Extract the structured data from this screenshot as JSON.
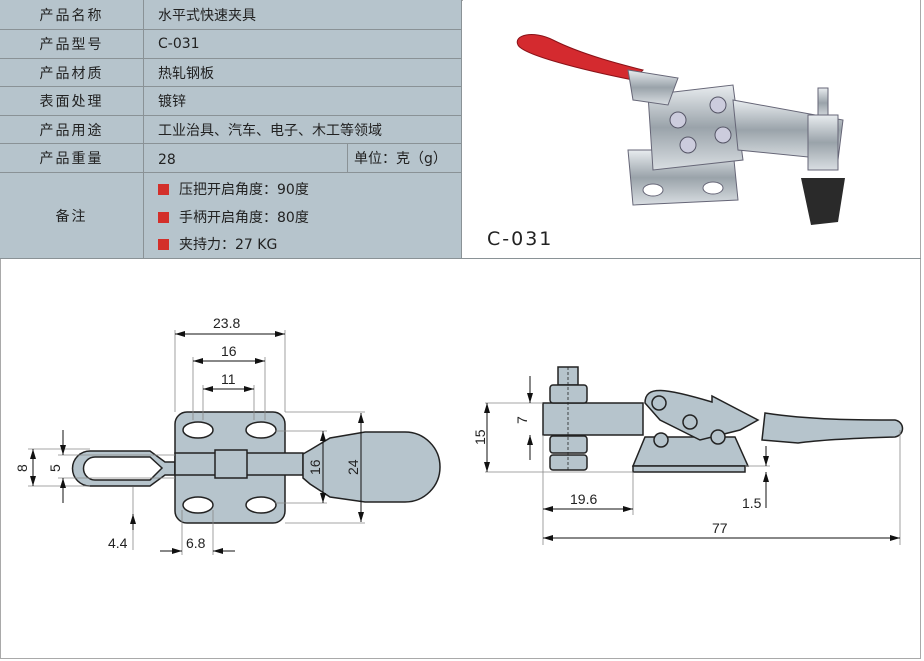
{
  "spec": {
    "rows": [
      {
        "label": "产品名称",
        "value": "水平式快速夹具"
      },
      {
        "label": "产品型号",
        "value": "C-031"
      },
      {
        "label": "产品材质",
        "value": "热轧钢板"
      },
      {
        "label": "表面处理",
        "value": "镀锌"
      },
      {
        "label": "产品用途",
        "value": "工业治具、汽车、电子、木工等领域"
      },
      {
        "label": "产品重量",
        "value": "28",
        "unit": "单位：克（g）"
      }
    ],
    "notes_label": "备注",
    "notes": [
      "压把开启角度：90度",
      "手柄开启角度：80度",
      "夹持力：27 KG"
    ],
    "bullet_color": "#d32f2a"
  },
  "photo": {
    "model_label": "C-031"
  },
  "drawing": {
    "plan": {
      "d_width": "23.8",
      "d_holes_outer": "16",
      "d_holes_inner": "11",
      "d_loop_outer": "8",
      "d_loop_inner": "5",
      "d_hole_v": "16",
      "d_plate_h": "24",
      "d_offset": "4.4",
      "d_hole_w": "6.8"
    },
    "side": {
      "d_height": "15",
      "d_arm": "7",
      "d_base_offset": "19.6",
      "d_base_thk": "1.5",
      "d_length": "77"
    }
  }
}
